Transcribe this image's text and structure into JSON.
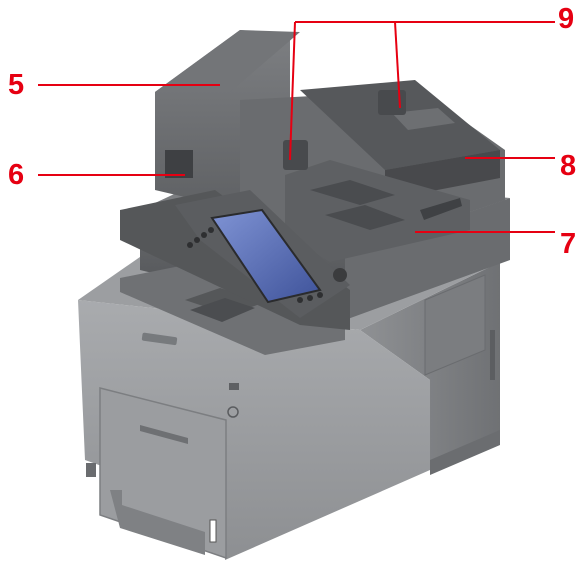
{
  "figure": {
    "subject": "multifunction-printer",
    "callouts": [
      {
        "id": "5",
        "label": "5"
      },
      {
        "id": "6",
        "label": "6"
      },
      {
        "id": "7",
        "label": "7"
      },
      {
        "id": "8",
        "label": "8"
      },
      {
        "id": "9",
        "label": "9"
      }
    ],
    "colors": {
      "callout": "#e60012",
      "body_dark": "#5f6163",
      "body_mid": "#8a8c8f",
      "body_light": "#b7b9bc",
      "screen": "#5b6fb5"
    }
  }
}
